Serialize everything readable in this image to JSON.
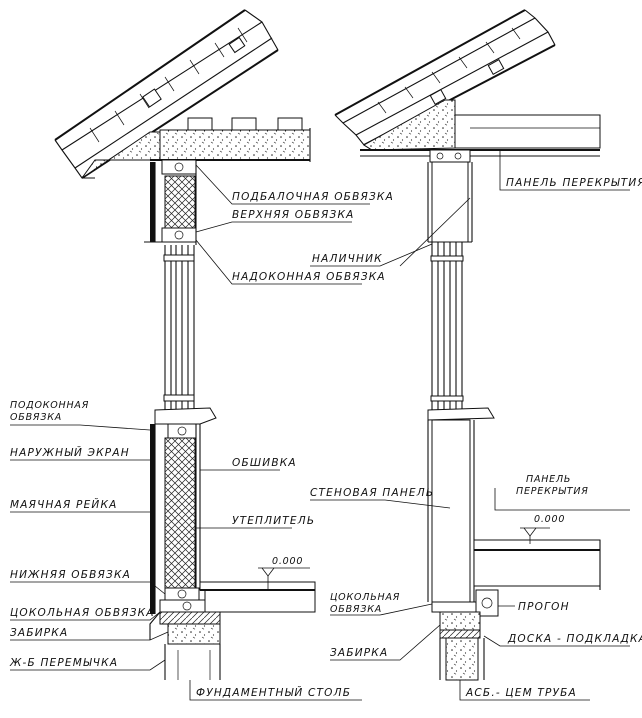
{
  "left_labels": {
    "podbalochnaya": "ПОДБАЛОЧНАЯ ОБВЯЗКА",
    "verkhnyaya": "ВЕРХНЯЯ ОБВЯЗКА",
    "nadokonnaya": "НАДОКОННАЯ ОБВЯЗКА",
    "podokonnaya_line1": "ПОДОКОННАЯ",
    "podokonnaya_line2": "ОБВЯЗКА",
    "naruzhny_ekran": "НАРУЖНЫЙ ЭКРАН",
    "mayachnaya_reyka": "МАЯЧНАЯ РЕЙКА",
    "obshivka": "ОБШИВКА",
    "uteplitel": "УТЕПЛИТЕЛЬ",
    "level_mark": "0.000",
    "nizhnyaya": "НИЖНЯЯ ОБВЯЗКА",
    "tsokolnaya": "ЦОКОЛЬНАЯ ОБВЯЗКА",
    "zabirka": "ЗАБИРКА",
    "peremychka": "Ж-Б ПЕРЕМЫЧКА",
    "fundament": "ФУНДАМЕНТНЫЙ СТОЛБ"
  },
  "right_labels": {
    "panel_perekrytiya_top": "ПАНЕЛЬ ПЕРЕКРЫТИЯ",
    "nalichnik": "НАЛИЧНИК",
    "panel_perekrytiya_line1": "ПАНЕЛЬ",
    "panel_perekrytiya_line2": "ПЕРЕКРЫТИЯ",
    "level_mark": "0.000",
    "stenovaya_panel": "СТЕНОВАЯ ПАНЕЛЬ",
    "tsokolnaya_line1": "ЦОКОЛЬНАЯ",
    "tsokolnaya_line2": "ОБВЯЗКА",
    "progon": "ПРОГОН",
    "zabirka": "ЗАБИРКА",
    "doska": "ДОСКА - ПОДКЛАДКА",
    "truba": "АСБ.- ЦЕМ ТРУБА"
  }
}
